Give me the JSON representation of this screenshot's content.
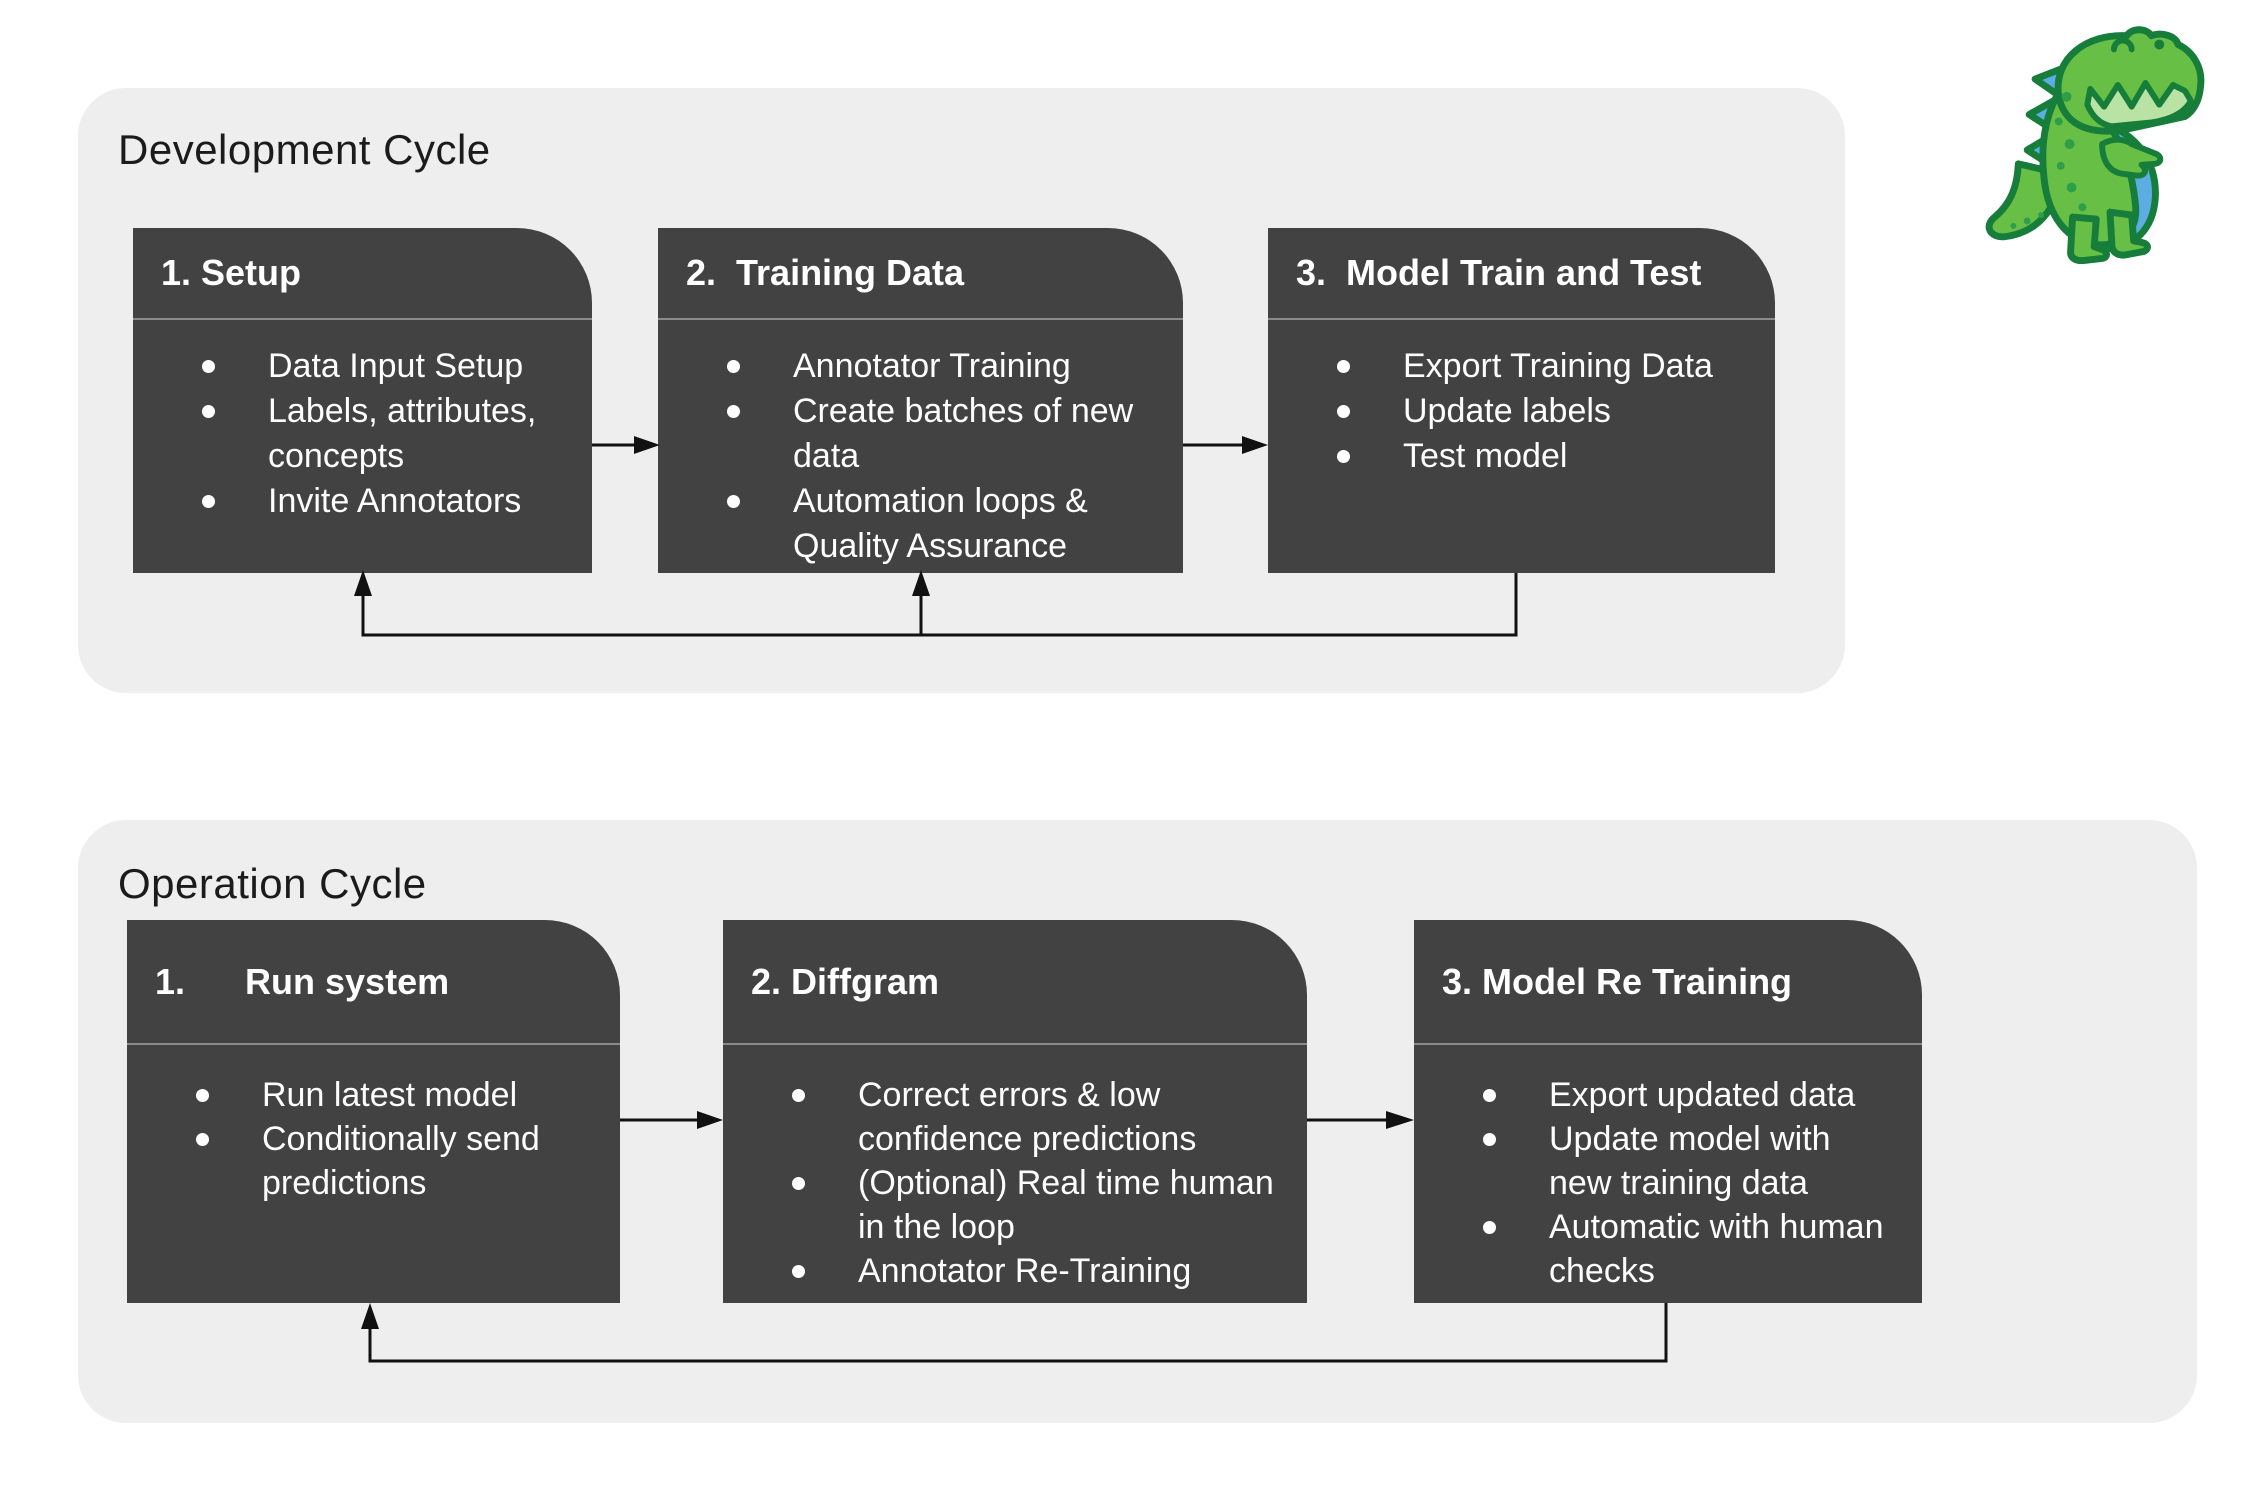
{
  "colors": {
    "panel_bg": "#eeeeee",
    "box_bg": "#424242",
    "box_text": "#ffffff",
    "title_text": "#1b1b1b",
    "arrow": "#111111",
    "separator": "#8a8a8a",
    "dino_green": "#67bf45",
    "dino_dark_green": "#177d3a",
    "dino_blue": "#5caee2",
    "dino_light_green": "#b9e3a4"
  },
  "development_cycle": {
    "title": "Development Cycle",
    "boxes": [
      {
        "header": "1. Setup",
        "items": [
          "Data Input Setup",
          "Labels, attributes, concepts",
          "Invite Annotators"
        ]
      },
      {
        "header": "2.  Training Data",
        "items": [
          "Annotator Training",
          "Create batches of new data",
          "Automation loops & Quality Assurance"
        ]
      },
      {
        "header": "3.  Model Train and Test",
        "items": [
          "Export Training Data",
          "Update labels",
          "Test model"
        ]
      }
    ]
  },
  "operation_cycle": {
    "title": "Operation Cycle",
    "boxes": [
      {
        "header": "1.      Run system",
        "items": [
          "Run latest model",
          "Conditionally send predictions"
        ]
      },
      {
        "header": "2. Diffgram",
        "items": [
          "Correct errors & low confidence predictions",
          "(Optional) Real time human in the loop",
          "Annotator Re-Training"
        ]
      },
      {
        "header": "3. Model Re Training",
        "items": [
          "Export updated data",
          "Update model with new training data",
          "Automatic with human checks"
        ]
      }
    ]
  }
}
